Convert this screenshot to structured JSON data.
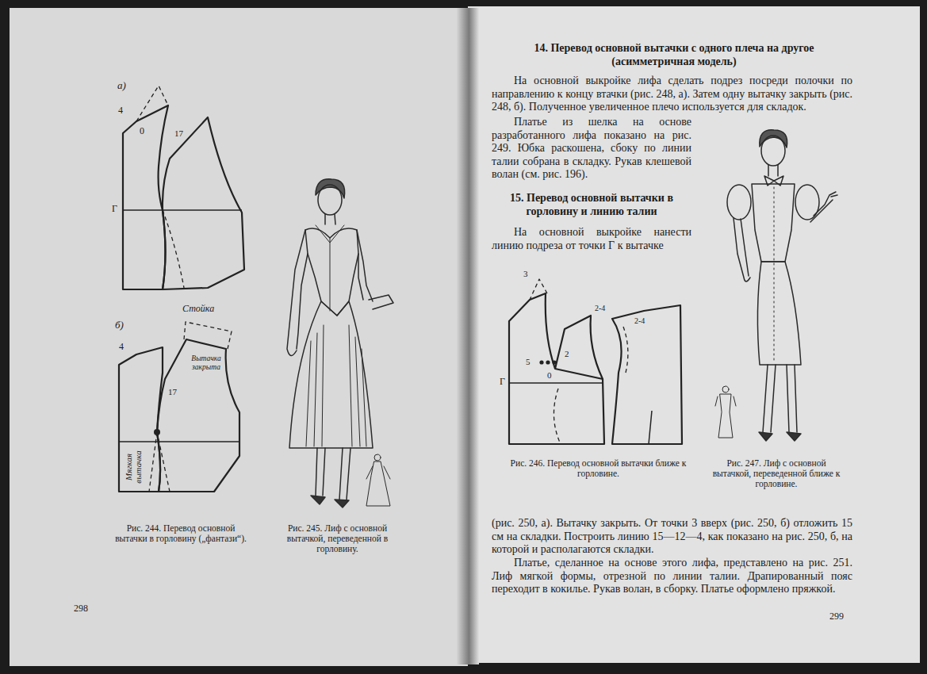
{
  "diagram": {
    "labels": [
      "а)",
      "4",
      "0",
      "17",
      "Г",
      "б)",
      "Стойка",
      "4",
      "17",
      "Вытачка закрыта",
      "Мягкая вытачка",
      "Рис. 244. Перевод основной вытачки в горловину („фантази“).",
      "Рис. 245. Лиф с основной вытачкой, переведенной в горловину.",
      "298",
      "14. Перевод основной вытачки с одного плеча на другое (асимметричная модель)",
      "На основной выкройке лифа сделать подрез посреди полочки по направлению к концу втачки (рис. 248, а). Затем одну вытачку закрыть (рис. 248, б). Полученное увеличенное плечо используется для складок.",
      "Платье из шелка на основе разработанного лифа показано на рис. 249. Юбка раскошена, сбоку по линии талии собрана в складку. Рукав клешевой волан (см. рис. 196).",
      "15. Перевод основной вытачки в горловину и линию талии",
      "На основной выкройке нанести линию подреза от точки Г к вытачке",
      "3",
      "2-4",
      "5",
      "2",
      "0",
      "Г",
      "2-4",
      "Рис. 246. Перевод основной вытачки ближе к горловине.",
      "Рис. 247. Лиф с основной вытачкой, переведенной ближе к горловине.",
      "(рис. 250, а). Вытачку закрыть. От точки 3 вверх (рис. 250, б) отложить 15 см на складки. Построить линию 15—12—4, как показано на рис. 250, б, на которой и располагаются складки.",
      "Платье, сделанное на основе этого лифа, представлено на рис. 251. Лиф мягкой формы, отрезной по линии талии. Драпированный пояс переходит в кокилье. Рукав волан, в сборку. Платье оформлено пряжкой.",
      "299"
    ]
  }
}
